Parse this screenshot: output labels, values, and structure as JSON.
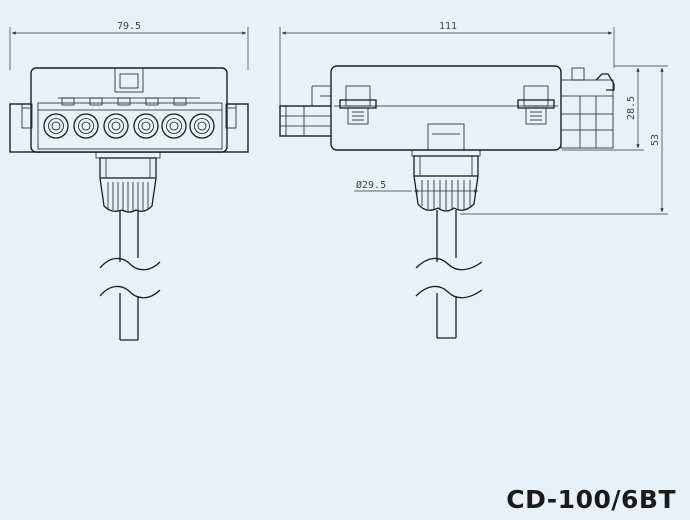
{
  "drawing": {
    "model": "CD-100/6BT",
    "front_view": {
      "width_dimension": "79.5"
    },
    "side_view": {
      "length_dimension": "111",
      "height_dimension": "28.5",
      "total_height_dimension": "53",
      "gland_diameter": "Ø29.5"
    }
  }
}
